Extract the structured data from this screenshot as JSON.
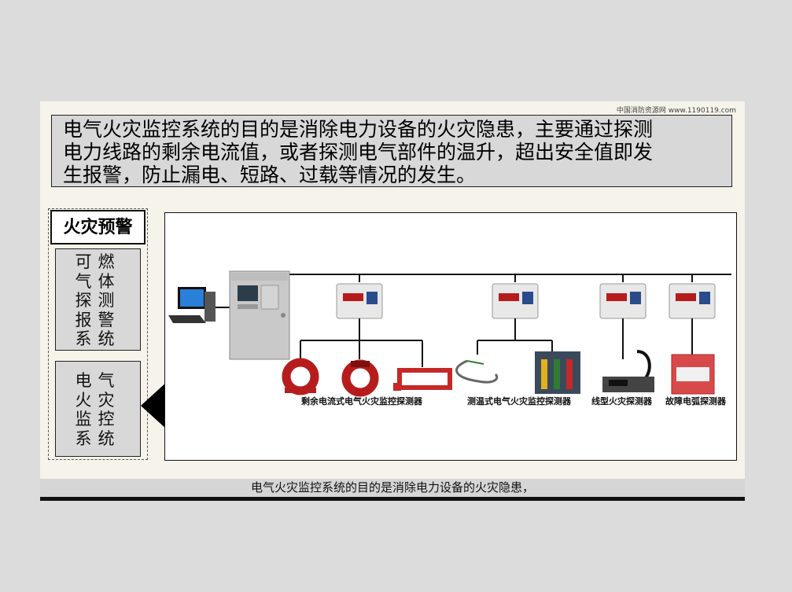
{
  "watermark": "中国消防资源网  www.1190119.com",
  "headline": {
    "line1": "电气火灾监控系统的目的是消除电力设备的火灾隐患，主要通过探测",
    "line2": "电力线路的剩余电流值，或者探测电气部件的温升，超出安全值即发",
    "line3": "生报警，防止漏电、短路、过载等情况的发生。"
  },
  "sidebar": {
    "title": "火灾预警",
    "system1": {
      "colA": [
        "可",
        "气",
        "探",
        "报",
        "系"
      ],
      "colB": [
        "燃",
        "体",
        "测",
        "警",
        "统"
      ]
    },
    "system2": {
      "colA": [
        "电",
        "火",
        "监",
        "系"
      ],
      "colB": [
        "气",
        "灾",
        "控",
        "统"
      ]
    }
  },
  "diagram": {
    "labels": {
      "residual": "剩余电流式电气火灾监控探测器",
      "temperature": "测温式电气火灾监控探测器",
      "linear": "线型火灾探测器",
      "arc": "故障电弧探测器"
    },
    "colors": {
      "sensor_red": "#b71c1c",
      "panel_grey": "#c9c9c9",
      "module_light": "#e8e8e8"
    }
  },
  "footer": {
    "caption": "电气火灾监控系统的目的是消除电力设备的火灾隐患，"
  }
}
